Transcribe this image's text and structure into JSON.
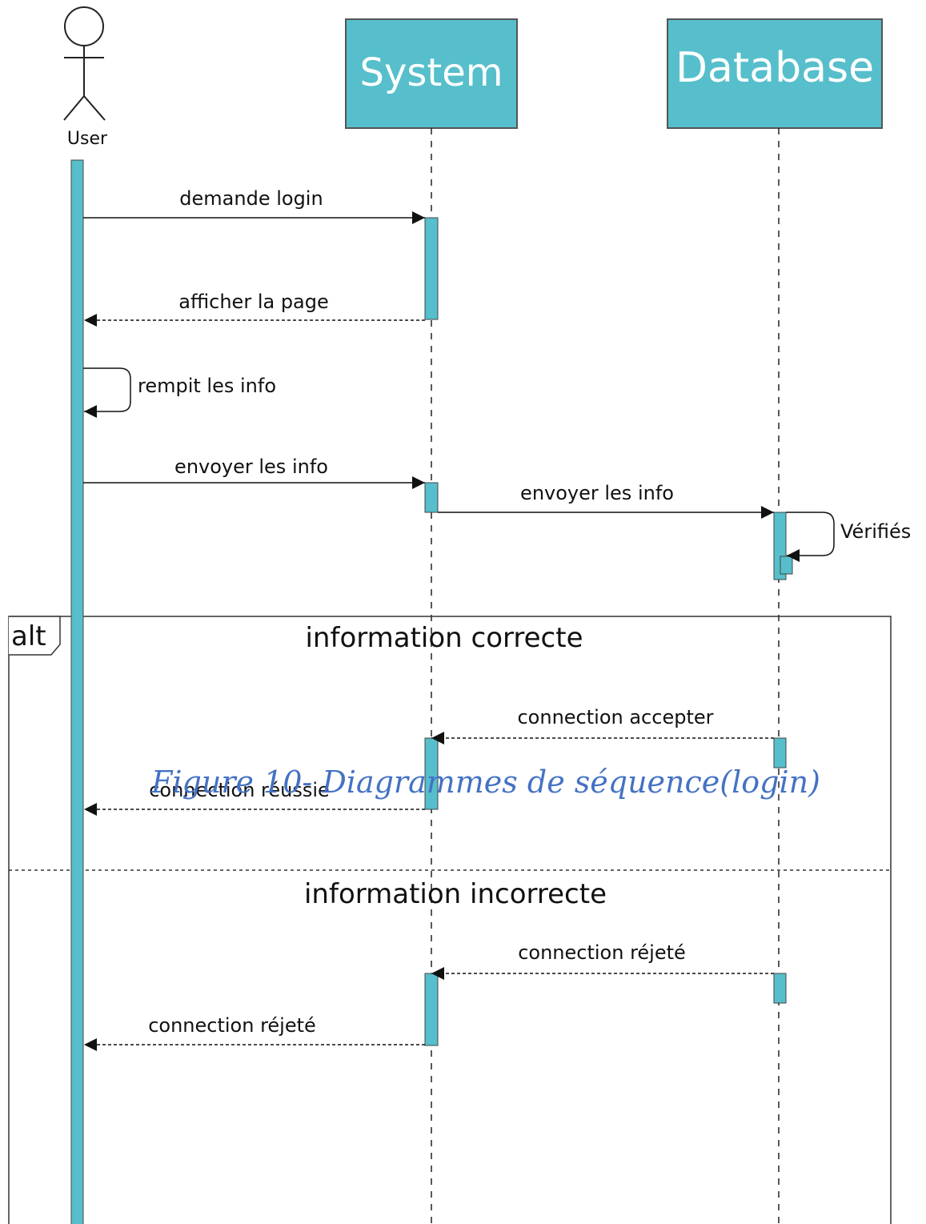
{
  "participants": {
    "user": "User",
    "system": "System",
    "database": "Database"
  },
  "messages": {
    "m1": "demande login",
    "m2": "afficher la page",
    "m3": "rempit les info",
    "m4": "envoyer les info",
    "m5": "envoyer les info",
    "m6": "Vérifiés"
  },
  "alt": {
    "keyword": "alt",
    "guard1": "information correcte",
    "guard2": "information incorrecte",
    "m7": "connection accepter",
    "m8": "connection réussie",
    "m9": "connection réjeté",
    "m10": "connection réjeté"
  },
  "caption": "Figure 10- Diagrammes de séquence(login)",
  "colors": {
    "box_fill": "#56bfcb",
    "box_stroke": "#555555",
    "caption": "#4472c4"
  }
}
